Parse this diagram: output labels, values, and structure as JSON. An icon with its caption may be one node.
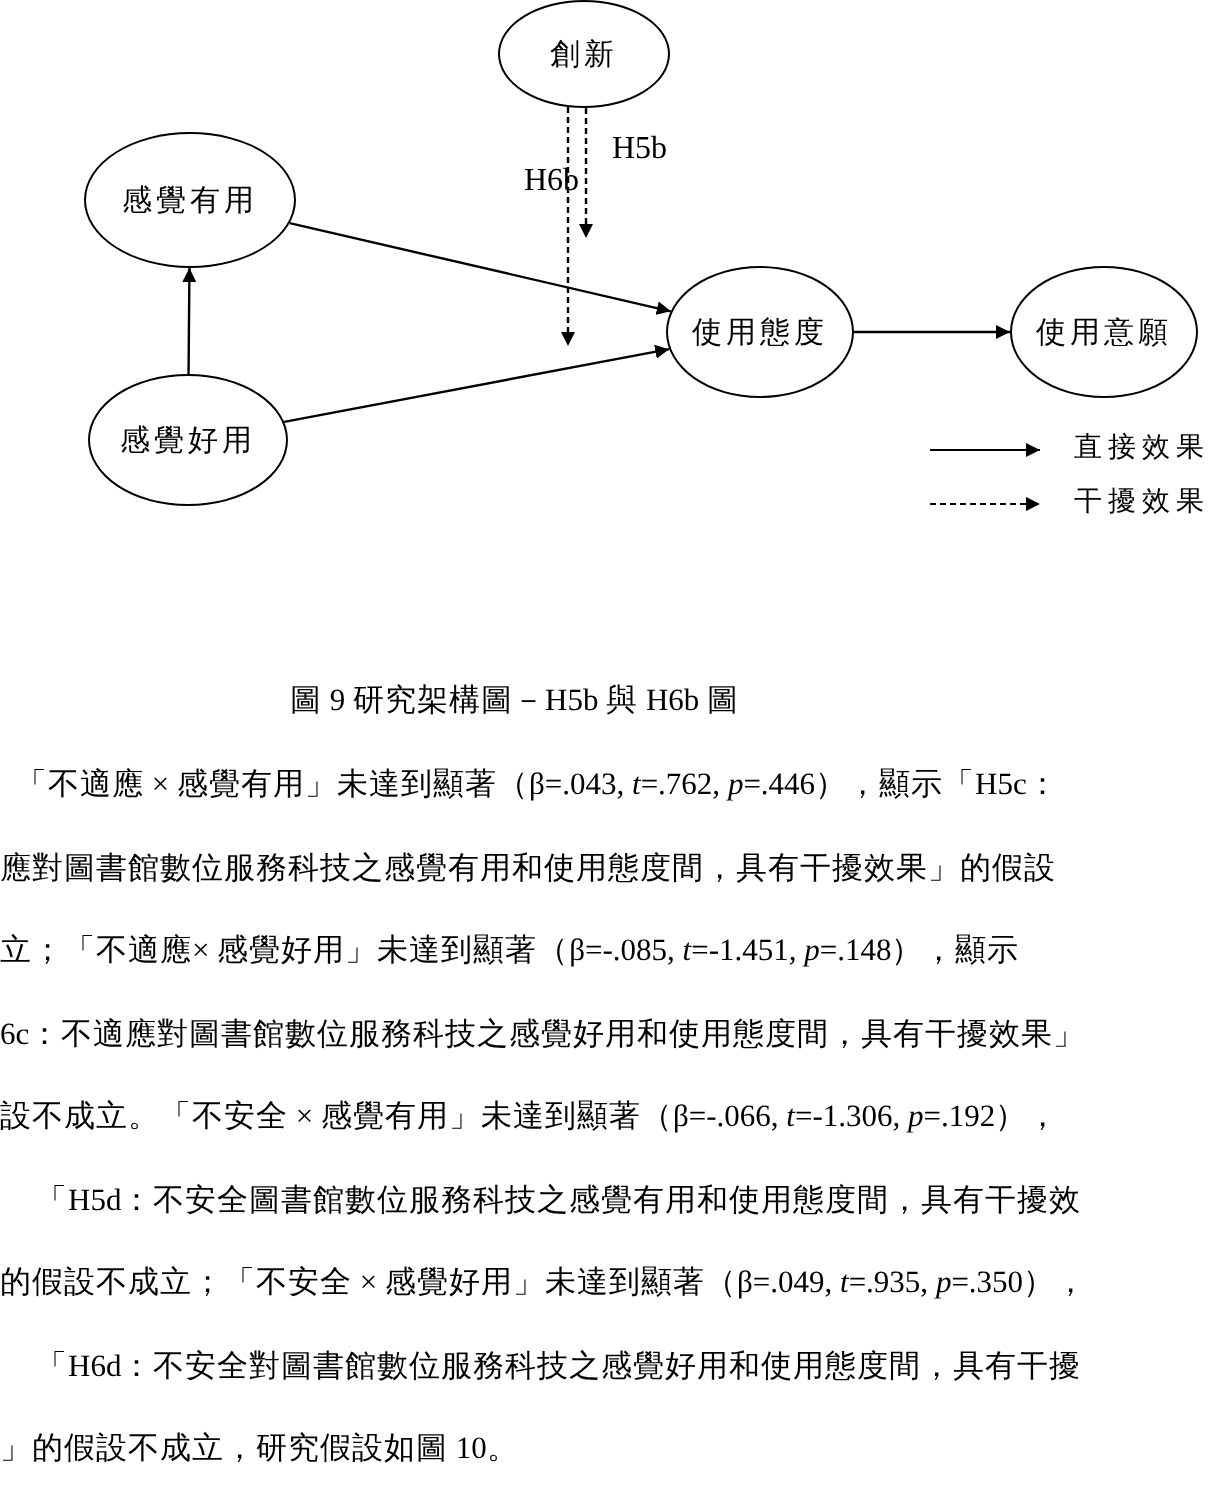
{
  "diagram": {
    "caption": "圖 9 研究架構圖－H5b 與 H6b 圖",
    "nodes": [
      {
        "text": [
          "創新"
        ]
      },
      {
        "text": [
          "感覺有用"
        ]
      },
      {
        "text": [
          "使用態度"
        ]
      },
      {
        "text": [
          "使用意願"
        ]
      },
      {
        "text": [
          "感覺好用"
        ]
      }
    ],
    "edges": [
      {
        "from": 1,
        "to": 2,
        "arrow": "to"
      },
      {
        "from": 4,
        "to": 2,
        "arrow": "to"
      },
      {
        "from": 4,
        "to": 1,
        "arrow": "to"
      },
      {
        "from": 2,
        "to": 3,
        "arrow": "to"
      },
      {
        "from": 0,
        "to": null,
        "arrow": "to",
        "style": "dashed",
        "label": "H6b"
      },
      {
        "from": 0,
        "to": null,
        "arrow": "to",
        "style": "dashed",
        "label": "H5b"
      }
    ],
    "legend": [
      {
        "text": "直接效果"
      },
      {
        "text": "干擾效果"
      }
    ],
    "labels": [
      "「不適應 × 感覺有用」未達到顯著（β=.043, *t*=.762, *p*=.446），顯示「H5c：",
      "應對圖書館數位服務科技之感覺有用和使用態度間，具有干擾效果」的假設",
      "立；「不適應× 感覺好用」未達到顯著（β=-.085, *t*=-1.451, *p*=.148），顯示",
      "6c：不適應對圖書館數位服務科技之感覺好用和使用態度間，具有干擾效果」",
      "設不成立。「不安全 × 感覺有用」未達到顯著（β=-.066, *t*=-1.306, *p*=.192），",
      "「H5d：不安全圖書館數位服務科技之感覺有用和使用態度間，具有干擾效",
      "的假設不成立；「不安全 × 感覺好用」未達到顯著（β=.049, *t*=.935, *p*=.350），",
      "「H6d：不安全對圖書館數位服務科技之感覺好用和使用態度間，具有干擾",
      "」的假設不成立，研究假設如圖 10。"
    ]
  }
}
